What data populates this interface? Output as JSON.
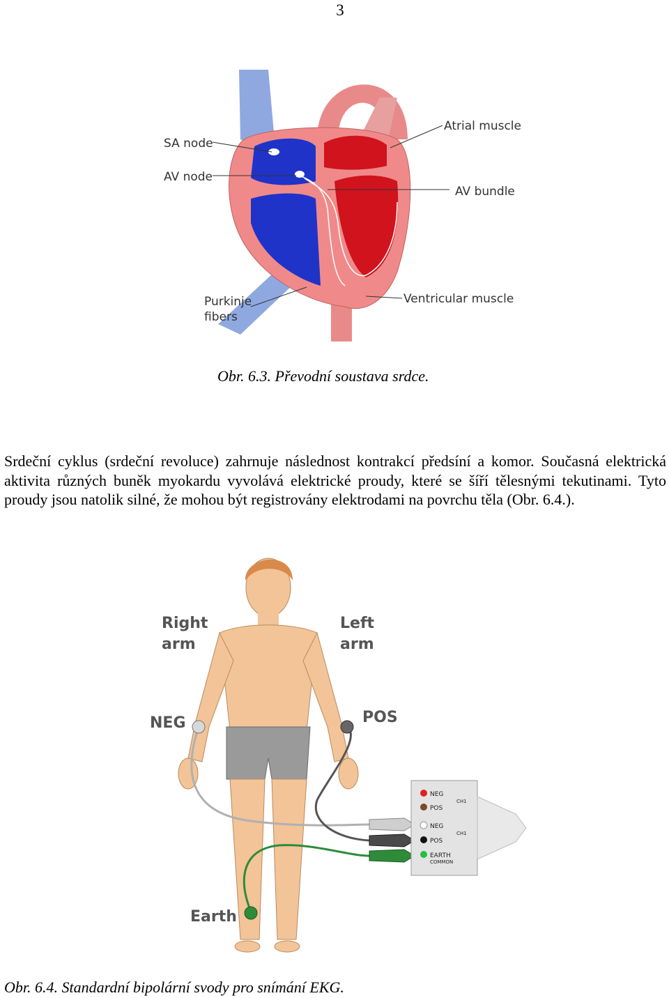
{
  "page_number": "3",
  "figure1": {
    "caption": "Obr. 6.3. Převodní soustava srdce.",
    "labels": {
      "sa_node": "SA node",
      "av_node": "AV node",
      "atrial_muscle": "Atrial muscle",
      "av_bundle": "AV bundle",
      "purkinje_line1": "Purkinje",
      "purkinje_line2": "fibers",
      "ventricular_muscle": "Ventricular muscle"
    }
  },
  "paragraph": "Srdeční cyklus (srdeční revoluce) zahrnuje následnost kontrakcí předsíní a komor. Současná elektrická aktivita různých buněk myokardu vyvolává elektrické proudy, které se šíří tělesnými tekutinami. Tyto proudy jsou natolik silné, že mohou být registrovány elektrodami na povrchu těla (Obr. 6.4.).",
  "figure2": {
    "caption": "Obr. 6.4. Standardní bipolární svody pro snímání EKG.",
    "labels": {
      "right_arm_line1": "Right",
      "right_arm_line2": "arm",
      "left_arm_line1": "Left",
      "left_arm_line2": "arm",
      "neg": "NEG",
      "pos": "POS",
      "earth": "Earth"
    },
    "connector": {
      "ch1_neg": "NEG",
      "ch1_pos": "POS",
      "ch1": "CH1",
      "ch2_neg": "NEG",
      "ch2_pos": "POS",
      "ch2": "CH1",
      "earth_line1": "EARTH",
      "earth_line2": "COMMON"
    }
  },
  "colors": {
    "vein_blue": "#8fa8e0",
    "artery_red": "#e98a8a",
    "heart_wall": "#f08a8a",
    "deoxygenated": "#1f33c9",
    "oxygenated": "#d0131c",
    "skin": "#f2c497",
    "shorts": "#9a9a9a",
    "hair": "#d98a4a",
    "lead_green": "#2e8b3a",
    "neg_red": "#e02020",
    "pos_brown": "#7a4a2a"
  }
}
